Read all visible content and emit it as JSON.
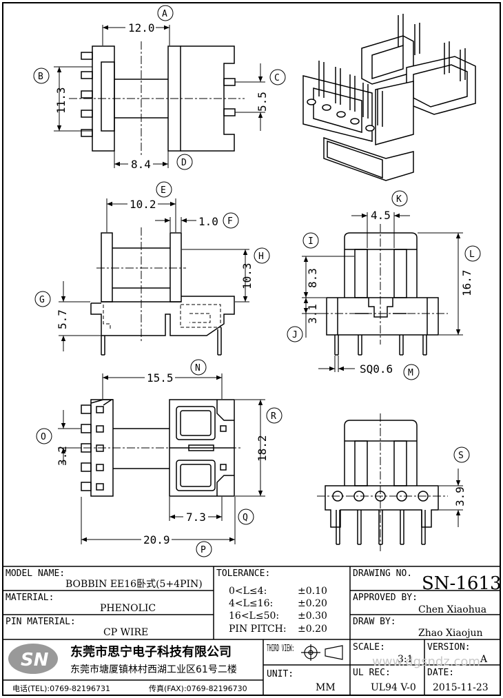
{
  "dimensions": {
    "A": {
      "letter": "A",
      "value": "12.0"
    },
    "B": {
      "letter": "B",
      "value": "11.3"
    },
    "C": {
      "letter": "C",
      "value": "5.5"
    },
    "D": {
      "letter": "D",
      "value": "8.4"
    },
    "E": {
      "letter": "E",
      "value": "10.2"
    },
    "F": {
      "letter": "F",
      "value": "1.0"
    },
    "G": {
      "letter": "G",
      "value": "5.7"
    },
    "H": {
      "letter": "H",
      "value": "10.3"
    },
    "I": {
      "letter": "I",
      "value": "8.3"
    },
    "J": {
      "letter": "J",
      "value": "3.1"
    },
    "K": {
      "letter": "K",
      "value": "4.5"
    },
    "L": {
      "letter": "L",
      "value": "16.7"
    },
    "M": {
      "letter": "M",
      "value": "SQ0.6"
    },
    "N": {
      "letter": "N",
      "value": "15.5"
    },
    "O": {
      "letter": "O",
      "value": "3.2"
    },
    "P": {
      "letter": "P",
      "value": "20.9"
    },
    "Q": {
      "letter": "Q",
      "value": "7.3"
    },
    "R": {
      "letter": "R",
      "value": "18.2"
    },
    "S": {
      "letter": "S",
      "value": "3.9"
    }
  },
  "title_block": {
    "model_name_label": "MODEL NAME:",
    "model_name_value": "BOBBIN EE16卧式(5+4PIN)",
    "material_label": "MATERIAL:",
    "material_value": "PHENOLIC",
    "pin_material_label": "PIN MATERIAL:",
    "pin_material_value": "CP WIRE",
    "tolerance_label": "TOLERANCE:",
    "tolerances": [
      {
        "range": "0<L≤4:",
        "value": "±0.10"
      },
      {
        "range": "4<L≤16:",
        "value": "±0.20"
      },
      {
        "range": "16<L≤50:",
        "value": "±0.30"
      },
      {
        "range": "PIN PITCH:",
        "value": "±0.20"
      }
    ],
    "drawing_no_label": "DRAWING NO.",
    "drawing_no_value": "SN-1613",
    "approved_by_label": "APPROVED BY:",
    "approved_by_value": "Chen Xiaohua",
    "draw_by_label": "DRAW BY:",
    "draw_by_value": "Zhao Xiaojun",
    "company_logo": "SN",
    "company_name": "东莞市思宁电子科技有限公司",
    "company_address": "东莞市塘厦镇林村西湖工业区61号二楼",
    "tel": "电话(TEL):0769-82196731",
    "fax": "传真(FAX):0769-82196730",
    "third_view_label": "THIRD VIEW:",
    "unit_label": "UNIT:",
    "unit_value": "MM",
    "scale_label": "SCALE:",
    "scale_value": "3:1",
    "version_label": "VERSION:",
    "version_value": "A",
    "ul_rec_label": "UL REC:",
    "ul_rec_value": "UL94 V-0",
    "date_label": "DATE:",
    "date_value": "2015-11-23",
    "watermark": "www.dgsndz.com"
  }
}
